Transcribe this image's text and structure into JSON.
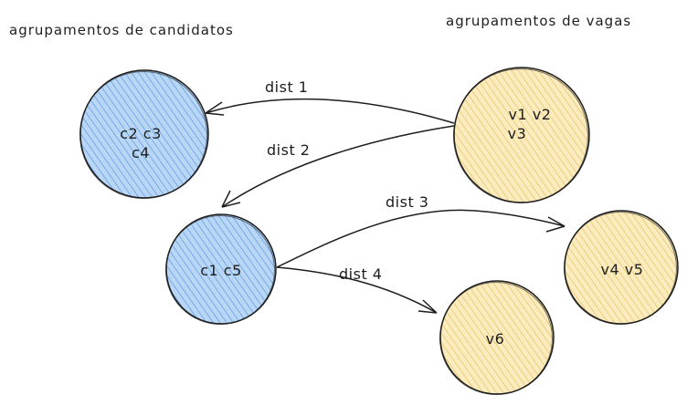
{
  "titles": {
    "candidates": "agrupamentos de candidatos",
    "jobs": "agrupamentos de vagas"
  },
  "colors": {
    "candidate_fill": "#a5c8f0",
    "candidate_hatch": "#4a90e2",
    "job_fill": "#f8e3a3",
    "job_hatch": "#e8b84a",
    "stroke": "#1e1e1e"
  },
  "clusters": {
    "c2_c3_c4": {
      "line1": "c2 c3",
      "line2": "c4"
    },
    "c1_c5": {
      "line1": "c1 c5"
    },
    "v1_v2_v3": {
      "line1": "v1 v2",
      "line2": "v3"
    },
    "v4_v5": {
      "line1": "v4 v5"
    },
    "v6": {
      "line1": "v6"
    }
  },
  "edges": {
    "dist1": "dist 1",
    "dist2": "dist 2",
    "dist3": "dist 3",
    "dist4": "dist 4"
  }
}
